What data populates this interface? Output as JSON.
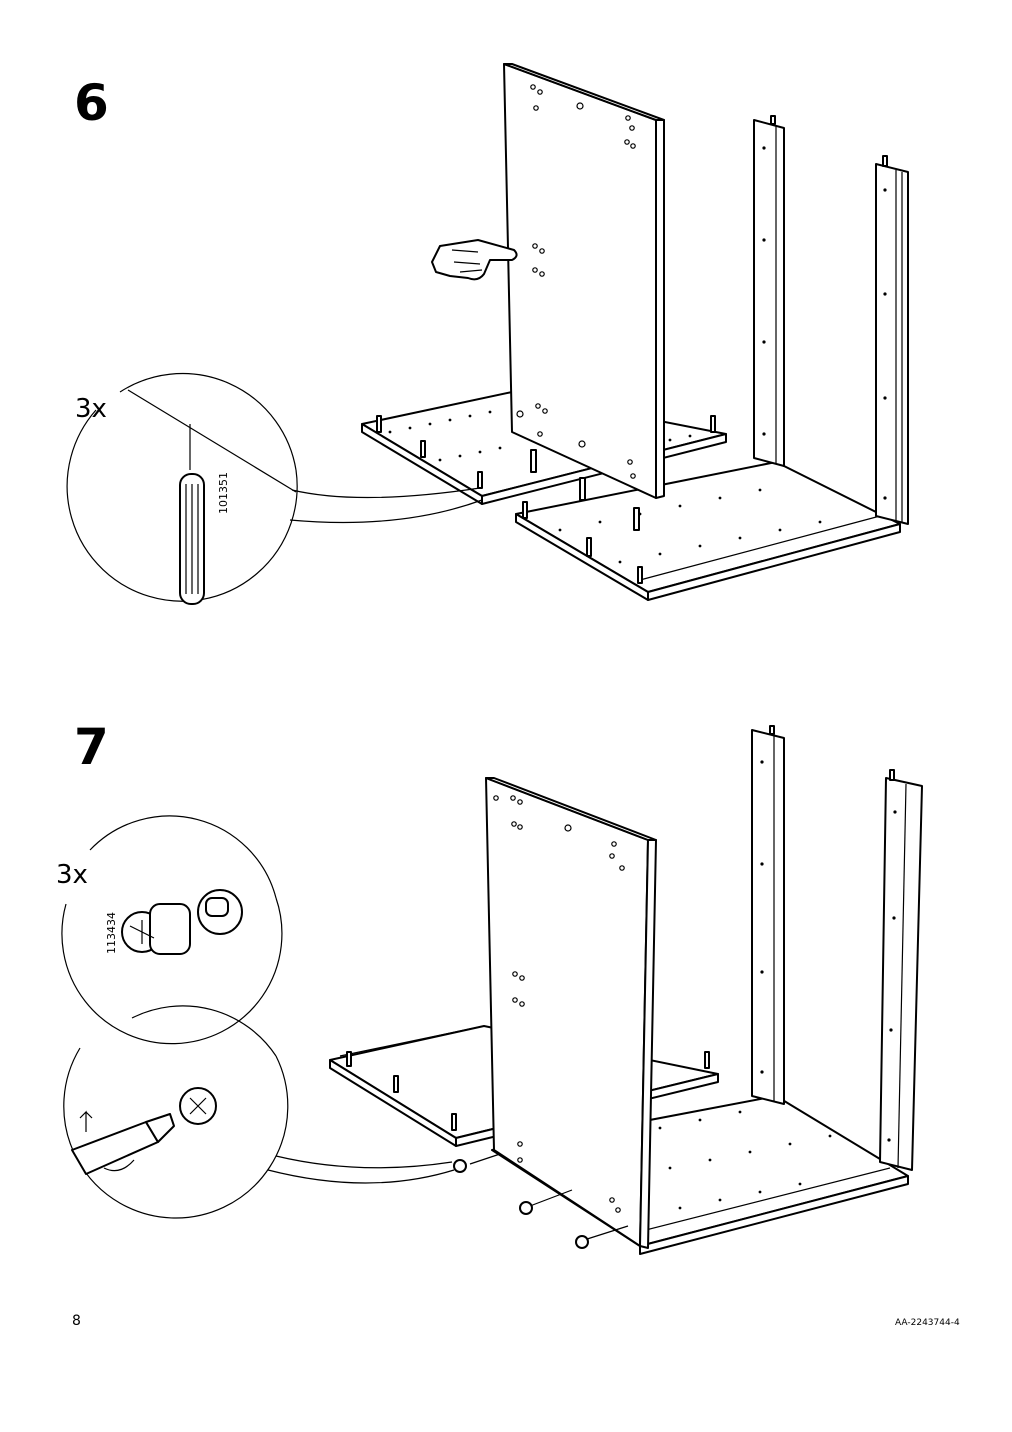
{
  "page": {
    "page_number": "8",
    "document_code": "AA-2243744-4"
  },
  "steps": [
    {
      "number": "6",
      "detail": {
        "quantity": "3x",
        "part_number": "101351",
        "part_icon": "wooden-dowel-icon"
      },
      "hint_icon": "hand-pointing-icon"
    },
    {
      "number": "7",
      "detail": {
        "quantity": "3x",
        "part_number": "113434",
        "part_icon": "cam-lock-icon",
        "tool_icon": "screwdriver-icon"
      }
    }
  ]
}
